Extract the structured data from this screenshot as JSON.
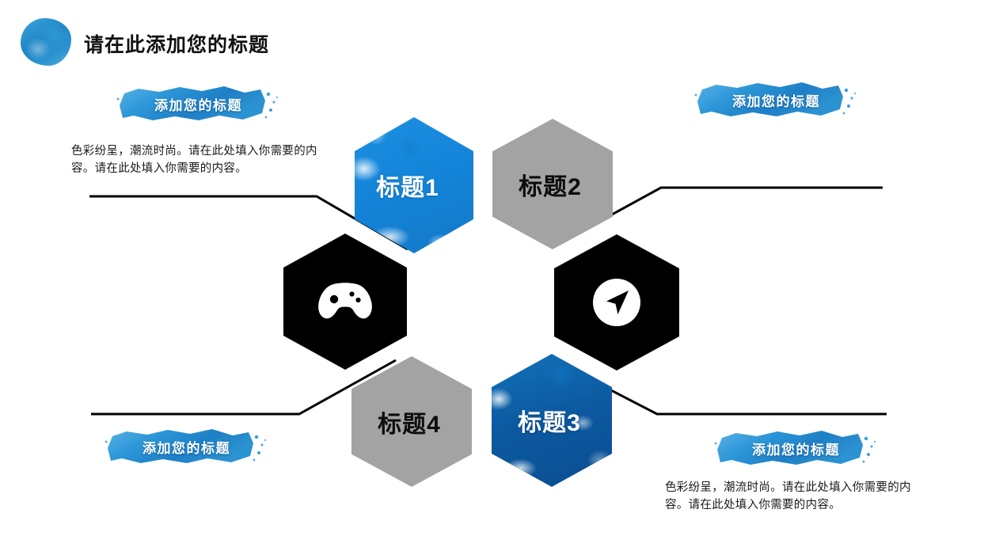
{
  "slide": {
    "title": "请在此添加您的标题",
    "background_color": "#ffffff",
    "accent_blue": "#1a8ee0",
    "deep_blue": "#0c59a0",
    "gray": "#a3a3a3",
    "black": "#000000"
  },
  "banners": [
    {
      "id": "top-left",
      "label": "添加您的标题"
    },
    {
      "id": "top-right",
      "label": "添加您的标题"
    },
    {
      "id": "bottom-left",
      "label": "添加您的标题"
    },
    {
      "id": "bottom-right",
      "label": "添加您的标题"
    }
  ],
  "body_texts": [
    {
      "id": "top-left",
      "text": "色彩纷呈，潮流时尚。请在此处填入你需要的内容。请在此处填入你需要的内容。"
    },
    {
      "id": "bottom-right",
      "text": "色彩纷呈，潮流时尚。请在此处填入你需要的内容。请在此处填入你需要的内容。"
    }
  ],
  "hexagons": [
    {
      "id": "hex-1",
      "label": "标题1",
      "fill": "#1a8ee0",
      "text_color": "#ffffff"
    },
    {
      "id": "hex-2",
      "label": "标题2",
      "fill": "#a3a3a3",
      "text_color": "#0d0d0d"
    },
    {
      "id": "hex-3",
      "label": "标题3",
      "fill": "#0c59a0",
      "text_color": "#ffffff"
    },
    {
      "id": "hex-4",
      "label": "标题4",
      "fill": "#a3a3a3",
      "text_color": "#0d0d0d"
    }
  ],
  "icon_hexagons": [
    {
      "id": "left",
      "icon": "gamepad-icon",
      "fill": "#000000",
      "glyph_color": "#ffffff"
    },
    {
      "id": "right",
      "icon": "navigation-icon",
      "fill": "#000000",
      "glyph_color": "#ffffff"
    }
  ]
}
